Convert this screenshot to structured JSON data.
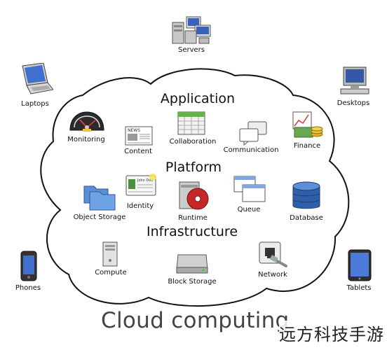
{
  "diagram": {
    "title": "Cloud computing",
    "watermark": "远方科技手游",
    "layers": {
      "application": "Application",
      "platform": "Platform",
      "infrastructure": "Infrastructure"
    },
    "outside": {
      "servers": "Servers",
      "laptops": "Laptops",
      "desktops": "Desktops",
      "phones": "Phones",
      "tablets": "Tablets"
    },
    "application_items": {
      "monitoring": "Monitoring",
      "content": "Content",
      "collaboration": "Collaboration",
      "communication": "Communication",
      "finance": "Finance"
    },
    "platform_items": {
      "object_storage": "Object Storage",
      "identity": "Identity",
      "runtime": "Runtime",
      "queue": "Queue",
      "database": "Database"
    },
    "infrastructure_items": {
      "compute": "Compute",
      "block_storage": "Block Storage",
      "network": "Network"
    },
    "badges": {
      "news": "NEWS",
      "id_name": "John Doe"
    }
  }
}
